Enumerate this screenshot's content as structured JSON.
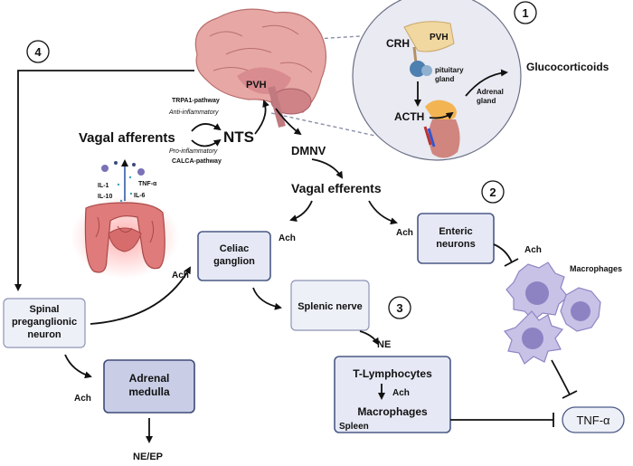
{
  "numbers": {
    "n1": "1",
    "n2": "2",
    "n3": "3",
    "n4": "4"
  },
  "brain": {
    "pvh": "PVH"
  },
  "inset": {
    "crh": "CRH",
    "pvh": "PVH",
    "pituitary_line1": "pituitary",
    "pituitary_line2": "gland",
    "acth": "ACTH",
    "adrenal_line1": "Adrenal",
    "adrenal_line2": "gland"
  },
  "glucocorticoids": "Glucocorticoids",
  "nts": "NTS",
  "dmnv": "DMNV",
  "vagal_afferents": "Vagal afferents",
  "trpa1": "TRPA1-pathway",
  "anti_inflammatory": "Anti-inflammatory",
  "pro_inflammatory": "Pro-inflammatory",
  "calca": "CALCA-pathway",
  "cytokines": {
    "il1": "IL-1",
    "il10": "IL-10",
    "tnfa": "TNF-α",
    "il6": "IL-6"
  },
  "vagal_efferents": "Vagal efferents",
  "celiac": {
    "line1": "Celiac",
    "line2": "ganglion"
  },
  "enteric": {
    "line1": "Enteric",
    "line2": "neurons"
  },
  "splenic_nerve": "Splenic nerve",
  "spinal": {
    "line1": "Spinal",
    "line2": "preganglionic",
    "line3": "neuron"
  },
  "adrenal_medulla": {
    "line1": "Adrenal",
    "line2": "medulla"
  },
  "spleen": {
    "t_lymph": "T-Lymphocytes",
    "ach": "Ach",
    "macrophages": "Macrophages",
    "label": "Spleen"
  },
  "ach": "Ach",
  "ne": "NE",
  "ne_ep": "NE/EP",
  "macrophages_label": "Macrophages",
  "tnf_out": "TNF-α"
}
